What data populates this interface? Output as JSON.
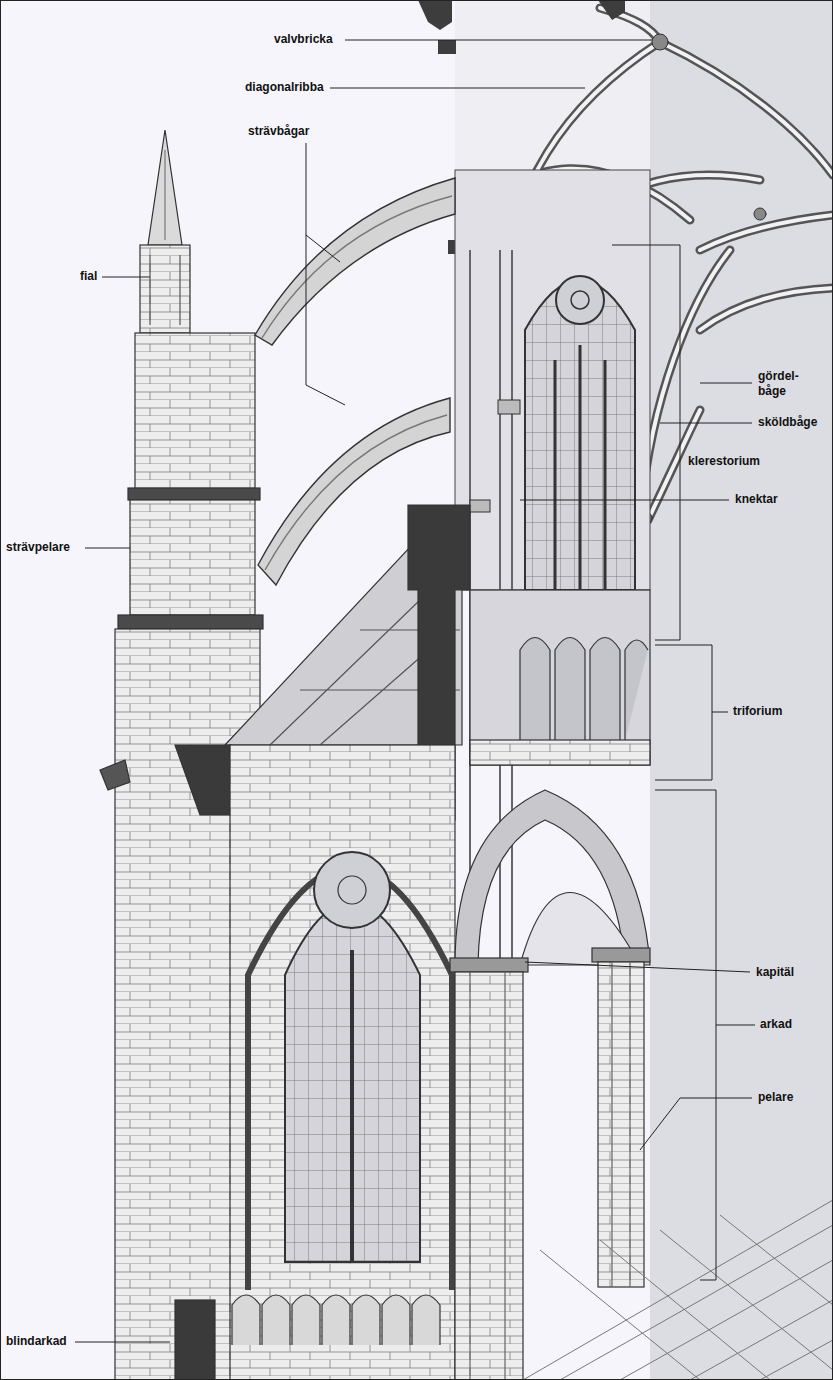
{
  "diagram": {
    "labels": [
      "valvbricka",
      "diagonalribba",
      "strävbågar",
      "fial",
      "gördel- båge",
      "sköldbåge",
      "klerestorium",
      "knektar",
      "triforium",
      "strävpelare",
      "kapitäl",
      "arkad",
      "pelare",
      "blindarkad"
    ]
  }
}
